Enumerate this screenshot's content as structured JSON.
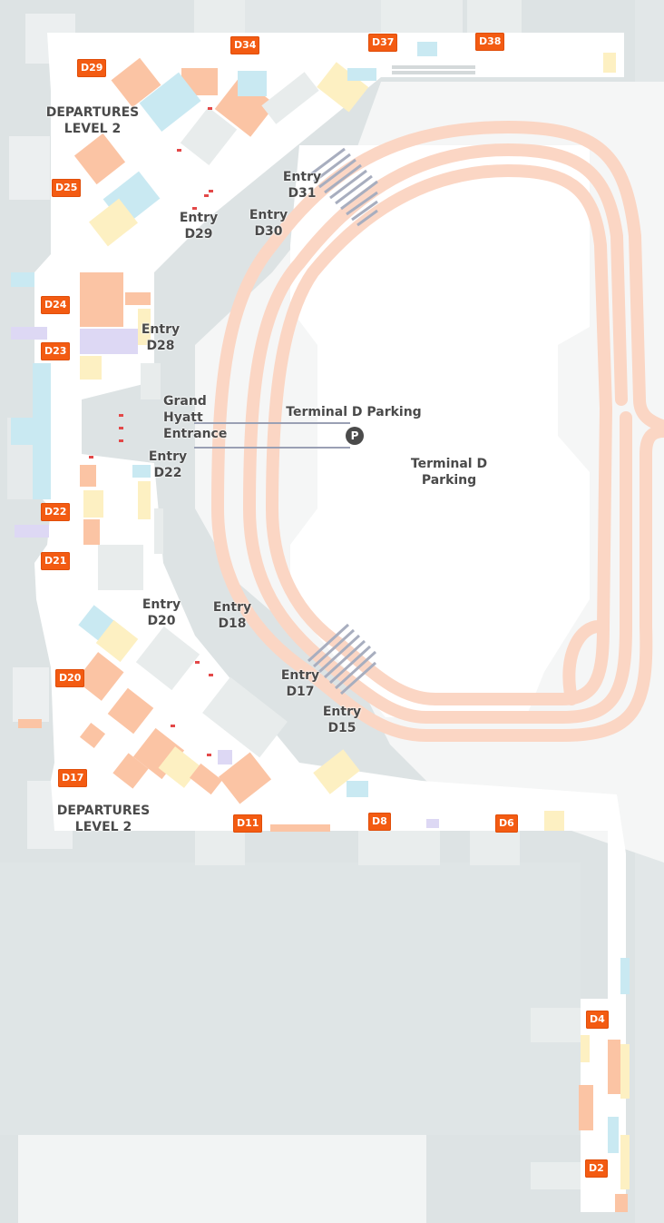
{
  "gates": [
    "D34",
    "D37",
    "D38",
    "D29",
    "D25",
    "D24",
    "D23",
    "D22",
    "D21",
    "D20",
    "D17",
    "D11",
    "D8",
    "D6",
    "D4",
    "D2"
  ],
  "labels": {
    "departures_top": [
      "DEPARTURES",
      "LEVEL 2"
    ],
    "departures_bottom": [
      "DEPARTURES",
      "LEVEL 2"
    ],
    "entry_d31": [
      "Entry",
      "D31"
    ],
    "entry_d29": [
      "Entry",
      "D29"
    ],
    "entry_d30": [
      "Entry",
      "D30"
    ],
    "entry_d28": [
      "Entry",
      "D28"
    ],
    "grand_hyatt": [
      "Grand",
      "Hyatt",
      "Entrance"
    ],
    "entry_d22": [
      "Entry",
      "D22"
    ],
    "entry_d20": [
      "Entry",
      "D20"
    ],
    "entry_d18": [
      "Entry",
      "D18"
    ],
    "entry_d17": [
      "Entry",
      "D17"
    ],
    "entry_d15": [
      "Entry",
      "D15"
    ],
    "terminal_d_parking_top": [
      "Terminal D Parking"
    ],
    "terminal_d_parking_center": [
      "Terminal D",
      "Parking"
    ]
  },
  "parking_icon": "P",
  "icons": {
    "parking": "parking-icon"
  },
  "colors": {
    "gate_badge": "#f35b12",
    "terminal_floor": "#ffffff",
    "background_building": "#dde3e4",
    "roadway": "#fbd6c4",
    "shop": "#fbc4a4",
    "food": "#fdf0c2",
    "service": "#c9e9f2",
    "restroom": "#ddd8f4"
  }
}
